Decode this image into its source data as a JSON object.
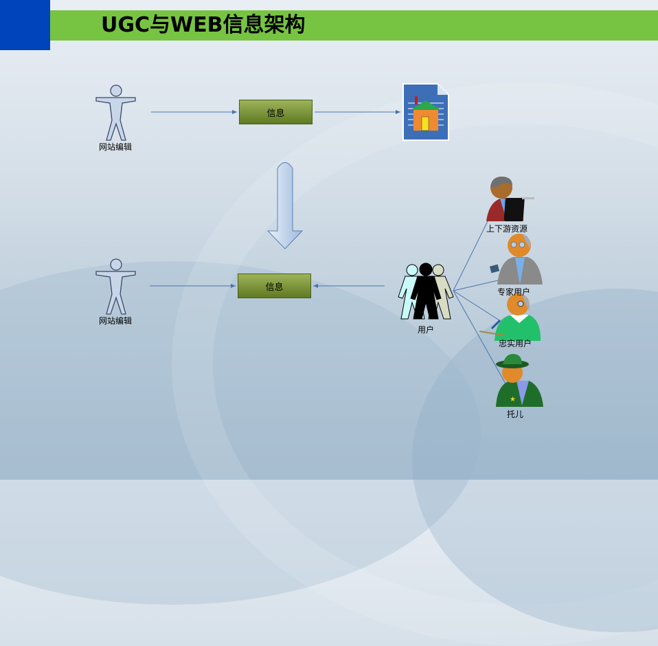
{
  "header": {
    "title": "UGC与WEB信息架构"
  },
  "top_flow": {
    "editor_label": "网站编辑",
    "info_box": "信息"
  },
  "bottom_flow": {
    "editor_label": "网站编辑",
    "info_box": "信息",
    "users_label": "用户"
  },
  "user_types": [
    {
      "label": "上下游资源"
    },
    {
      "label": "专家用户"
    },
    {
      "label": "忠实用户"
    },
    {
      "label": "托儿"
    }
  ],
  "colors": {
    "accent_blue": "#0044bb",
    "header_green": "#77c442",
    "connector": "#4a72b0"
  }
}
